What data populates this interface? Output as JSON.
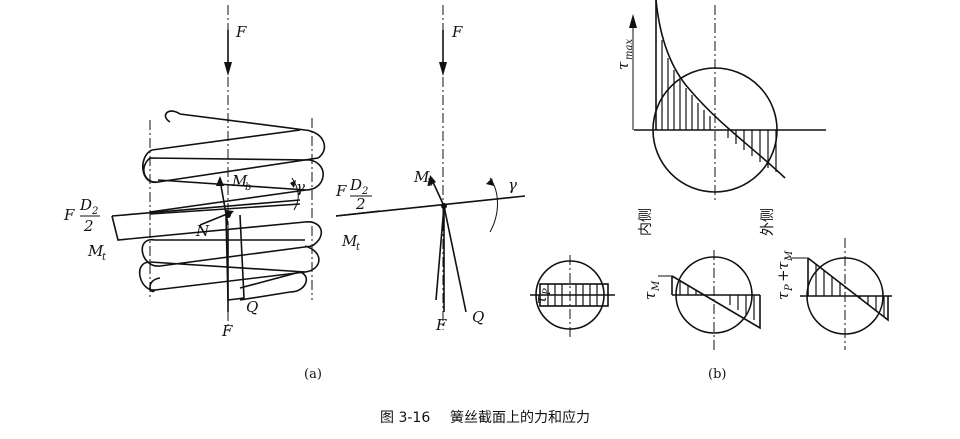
{
  "figure": {
    "caption_number": "图 3-16",
    "caption_text": "簧丝截面上的力和应力",
    "subfigure_a": "(a)",
    "subfigure_b": "(b)"
  },
  "panel_a": {
    "F_top": "F",
    "F_bottom": "F",
    "F_left": "F",
    "D2_num": "D",
    "D2_sub": "2",
    "D2_den": "2",
    "Mt": "M",
    "Mt_sub": "t",
    "Mb": "M",
    "Mb_sub": "b",
    "gamma": "γ",
    "N": "N",
    "Q": "Q"
  },
  "panel_vector": {
    "F_top": "F",
    "F_bottom": "F",
    "F_left": "F",
    "D2_num": "D",
    "D2_sub": "2",
    "D2_den": "2",
    "Mt": "M",
    "Mt_sub": "t",
    "Mb": "M",
    "Mb_sub": "b",
    "gamma": "γ",
    "Q": "Q"
  },
  "panel_b": {
    "tau_max": "τ",
    "tau_max_sub": "max",
    "inner_side": "内侧",
    "outer_side": "外侧",
    "tau_p": "τ",
    "tau_p_sub": "P",
    "tau_M": "τ",
    "tau_M_sub": "M",
    "tau_sum_a": "τ",
    "tau_sum_a_sub": "P",
    "tau_sum_plus": "+",
    "tau_sum_b": "τ",
    "tau_sum_b_sub": "M"
  }
}
